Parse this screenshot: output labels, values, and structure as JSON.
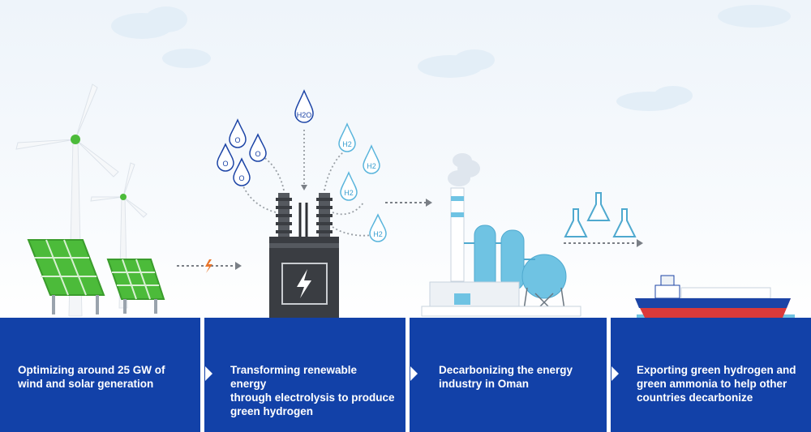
{
  "steps": [
    {
      "text": "Optimizing around 25 GW of\nwind and solar generation",
      "icon": "wind-solar"
    },
    {
      "text": "Transforming renewable energy\nthrough electrolysis to produce\ngreen hydrogen",
      "icon": "electrolyzer"
    },
    {
      "text": "Decarbonizing the energy\nindustry in Oman",
      "icon": "refinery"
    },
    {
      "text": "Exporting green hydrogen and\ngreen ammonia to help other\ncountries decarbonize",
      "icon": "tanker-ship"
    }
  ],
  "drops": {
    "water": "H2O",
    "oxygen": "O",
    "hydrogen": "H2"
  },
  "colors": {
    "panel": "#1241a8",
    "accent_green": "#4cbb3a",
    "teal": "#6fc3e3",
    "dark": "#3a3d42",
    "ship_hull": "#1c44a6",
    "ship_red": "#d93a3a"
  }
}
